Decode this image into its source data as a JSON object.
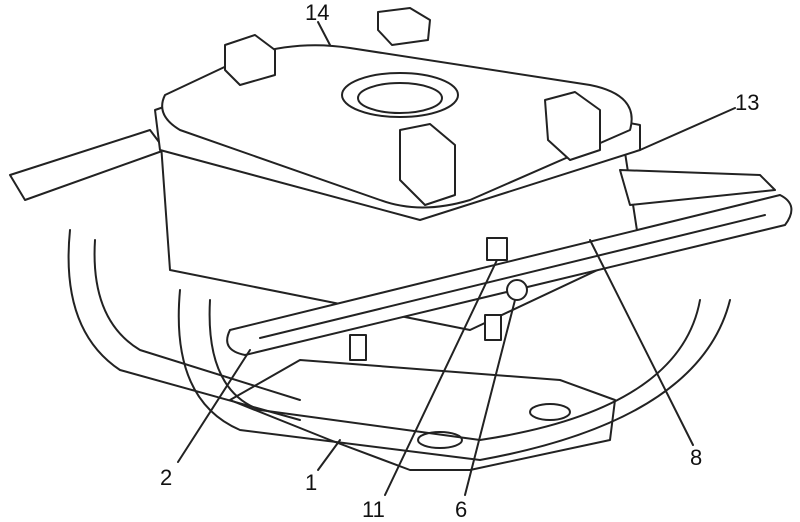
{
  "figure": {
    "labels": {
      "part_14": "14",
      "part_13": "13",
      "part_8": "8",
      "part_6": "6",
      "part_11": "11",
      "part_1": "1",
      "part_2": "2"
    },
    "line_color": "#222222"
  }
}
